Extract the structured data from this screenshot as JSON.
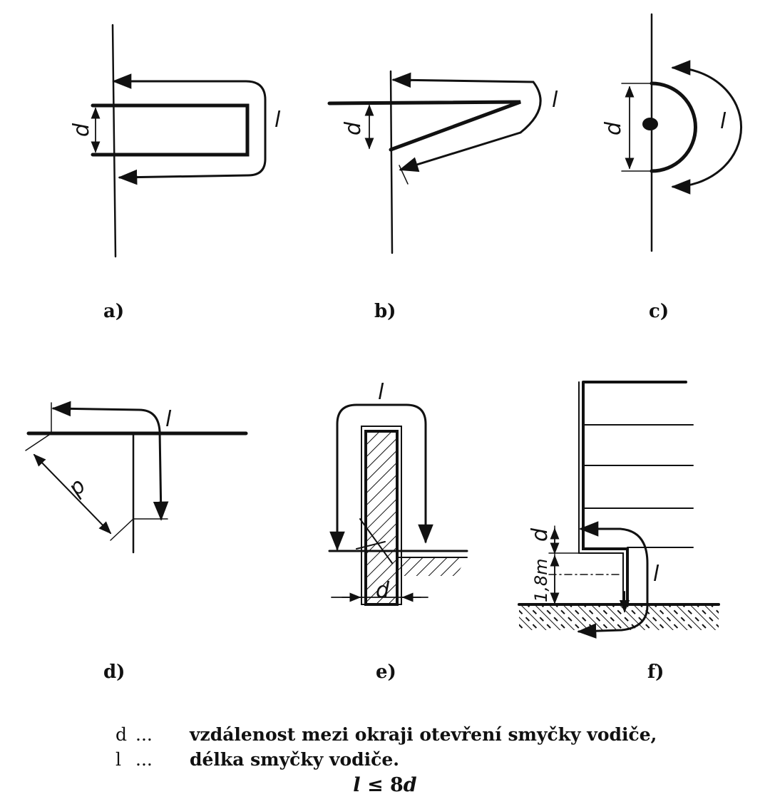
{
  "panels": [
    {
      "id": "a",
      "caption": "a)"
    },
    {
      "id": "b",
      "caption": "b)"
    },
    {
      "id": "c",
      "caption": "c)"
    },
    {
      "id": "d",
      "caption": "d)"
    },
    {
      "id": "e",
      "caption": "e)"
    },
    {
      "id": "f",
      "caption": "f)"
    }
  ],
  "symbols": {
    "d": "d",
    "l": "l",
    "height": "1,8m"
  },
  "legend": [
    {
      "symbol": "d",
      "dots": "...",
      "text": "vzdálenost mezi okraji otevření smyčky vodiče,"
    },
    {
      "symbol": "l",
      "dots": "...",
      "text": "délka smyčky vodiče."
    }
  ],
  "formula": {
    "lhs": "l",
    "op": "≤",
    "rhs_num": "8",
    "rhs_var": "d"
  }
}
